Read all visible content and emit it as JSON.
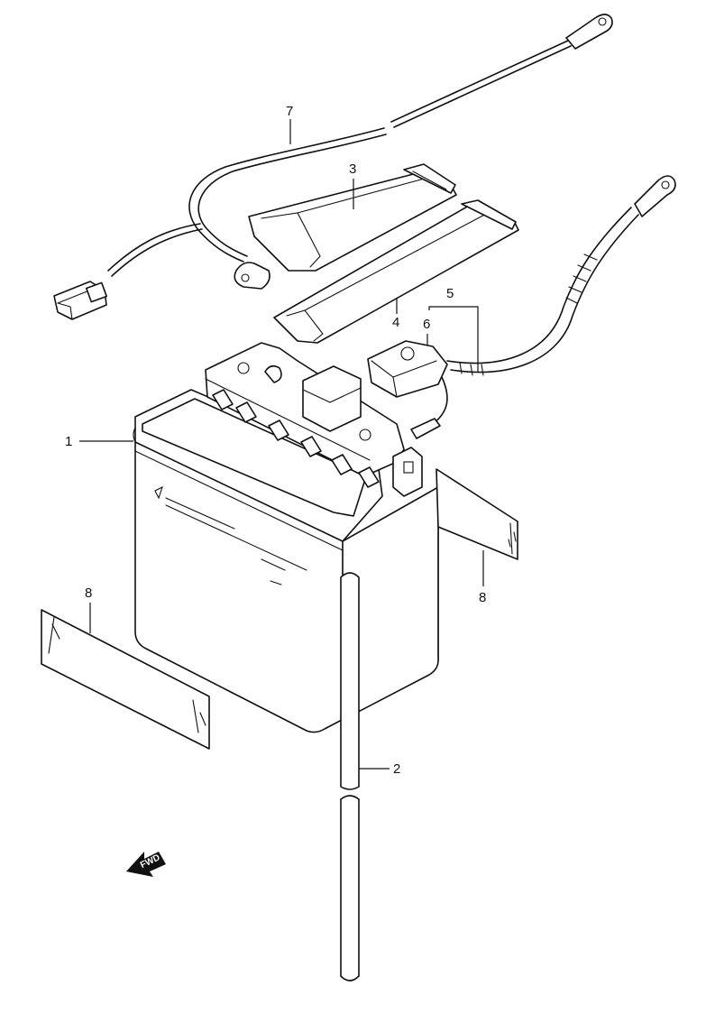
{
  "callouts": [
    {
      "id": "1",
      "label": "1"
    },
    {
      "id": "2",
      "label": "2"
    },
    {
      "id": "3",
      "label": "3"
    },
    {
      "id": "4",
      "label": "4"
    },
    {
      "id": "5",
      "label": "5"
    },
    {
      "id": "6",
      "label": "6"
    },
    {
      "id": "7",
      "label": "7"
    },
    {
      "id": "8a",
      "label": "8"
    },
    {
      "id": "8b",
      "label": "8"
    }
  ],
  "fwd_marker": {
    "label": "FWD"
  }
}
